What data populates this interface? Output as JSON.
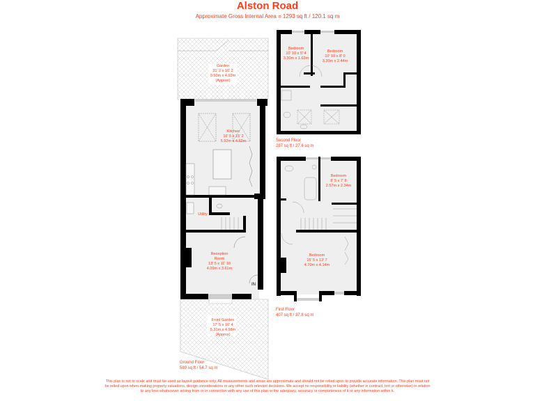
{
  "header": {
    "title": "Alston Road",
    "subtitle": "Approximate Gross Internal Area = 1293 sq ft / 120.1 sq m"
  },
  "colors": {
    "accent": "#ff3b1a",
    "wall": "#000000",
    "floor": "#efefef",
    "window": "#cfcfcf"
  },
  "ground_floor": {
    "name": "Ground Floor",
    "area": "589 sq ft / 54.7 sq m",
    "rooms": {
      "garden": {
        "name": "Garden",
        "imperial": "31' 2 x 16' 2",
        "metric": "9.50m x 4.92m",
        "note": "(Approx)"
      },
      "kitchen": {
        "name": "Kitchen",
        "imperial": "16' 5 x 15' 2",
        "metric": "5.92m x 4.62m"
      },
      "utility": {
        "name": "Utility"
      },
      "reception": {
        "name": "Reception",
        "name2": "Room",
        "imperial": "13' 5 x 11' 10",
        "metric": "4.09m x 3.61m"
      },
      "front_garden": {
        "name": "Front Garden",
        "imperial": "17' 5 x 16' 4",
        "metric": "5.31m x 4.98m",
        "note": "(Approx)"
      }
    },
    "entrance": "IN"
  },
  "first_floor": {
    "name": "First Floor",
    "area": "407 sq ft / 37.8 sq m",
    "rooms": {
      "bedroom_small": {
        "name": "Bedroom",
        "imperial": "8' 5 x 7' 8",
        "metric": "2.57m x 2.34m"
      },
      "bedroom_large": {
        "name": "Bedroom",
        "imperial": "15' 5 x 13' 7",
        "metric": "4.70m x 4.14m"
      }
    }
  },
  "second_floor": {
    "name": "Second Floor",
    "area": "297 sq ft / 27.6 sq m",
    "rooms": {
      "bedroom_left": {
        "name": "Bedroom",
        "imperial": "10' 10 x 5' 4",
        "metric": "3.30m x 1.63m"
      },
      "bedroom_right": {
        "name": "Bedroom",
        "imperial": "10' 10 x 8' 0",
        "metric": "3.30m x 2.44m"
      }
    }
  },
  "disclaimer": "This plan is not to scale and must be used as layout guidance only. All measurements and areas are approximate and should not be relied upon to provide accurate information. This plan must not be relied upon when making property valuations, design considerations or any other such relevant decisions. We accept no responsibility or liability (whether in contract, tort or otherwise) in relation to any loss whatsoever arising from or in connection with any use of this plan or the adequacy, accuracy or completeness of it or any information within it."
}
